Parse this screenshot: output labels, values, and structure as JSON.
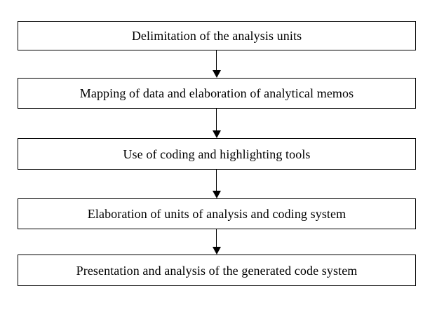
{
  "diagram": {
    "type": "flowchart",
    "orientation": "vertical",
    "background_color": "#ffffff",
    "line_color": "#000000",
    "box_fill_color": "#ffffff",
    "steps": [
      {
        "label": "Delimitation of the analysis units"
      },
      {
        "label": "Mapping of data and elaboration of analytical memos"
      },
      {
        "label": "Use of coding and highlighting tools"
      },
      {
        "label": "Elaboration of units of analysis and coding system"
      },
      {
        "label": "Presentation and analysis of the generated code system"
      }
    ],
    "connectors": [
      {
        "from": 0,
        "to": 1,
        "marker": "arrowhead-down"
      },
      {
        "from": 1,
        "to": 2,
        "marker": "arrowhead-down"
      },
      {
        "from": 2,
        "to": 3,
        "marker": "arrowhead-down"
      },
      {
        "from": 3,
        "to": 4,
        "marker": "arrowhead-down"
      }
    ]
  }
}
